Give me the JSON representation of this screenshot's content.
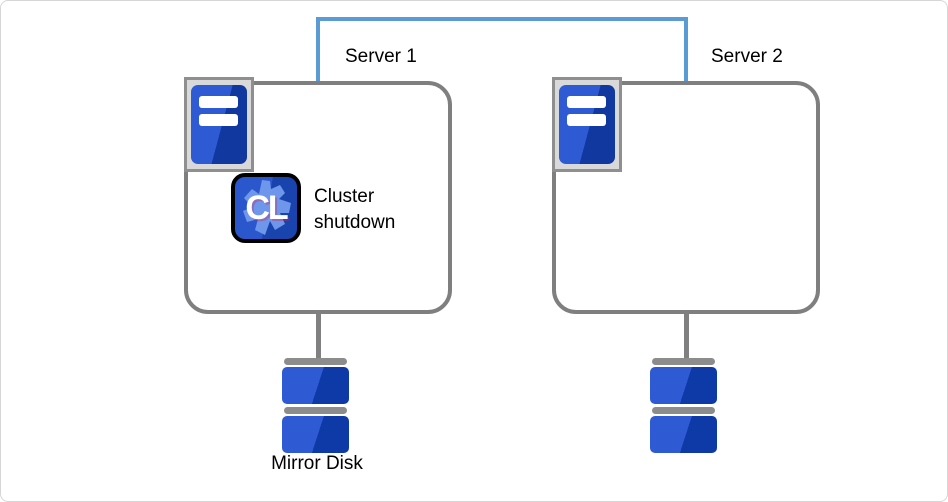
{
  "diagram": {
    "type": "cluster-topology",
    "server1": {
      "label": "Server 1"
    },
    "server2": {
      "label": "Server 2"
    },
    "cluster_action": {
      "badge": "CL",
      "line1": "Cluster",
      "line2": "shutdown",
      "full_label": "Cluster shutdown"
    },
    "mirror_disk": {
      "label": "Mirror Disk"
    },
    "icons": {
      "server1_corner": "server-tower-icon",
      "server2_corner": "server-tower-icon",
      "cluster_badge": "cluster-cl-icon",
      "left_storage": "disk-stack-icon",
      "right_storage": "disk-stack-icon"
    },
    "colors": {
      "interconnect_line": "#5B9BD5",
      "box_border": "#7F7F7F",
      "connector_gray": "#808080",
      "disk_cap_gray": "#8C8C8C",
      "blue_light": "#2E5BD4",
      "blue_dark": "#0D3AA6",
      "tower_blue_dark": "#10389E",
      "panel_background": "#D9D9D9",
      "panel_border": "#8F8F8F",
      "cl_background_light": "#2B57CD",
      "cl_background_dark": "#1A44AD",
      "cl_blob_blue": "#6E96EA",
      "text": "#000000"
    }
  }
}
